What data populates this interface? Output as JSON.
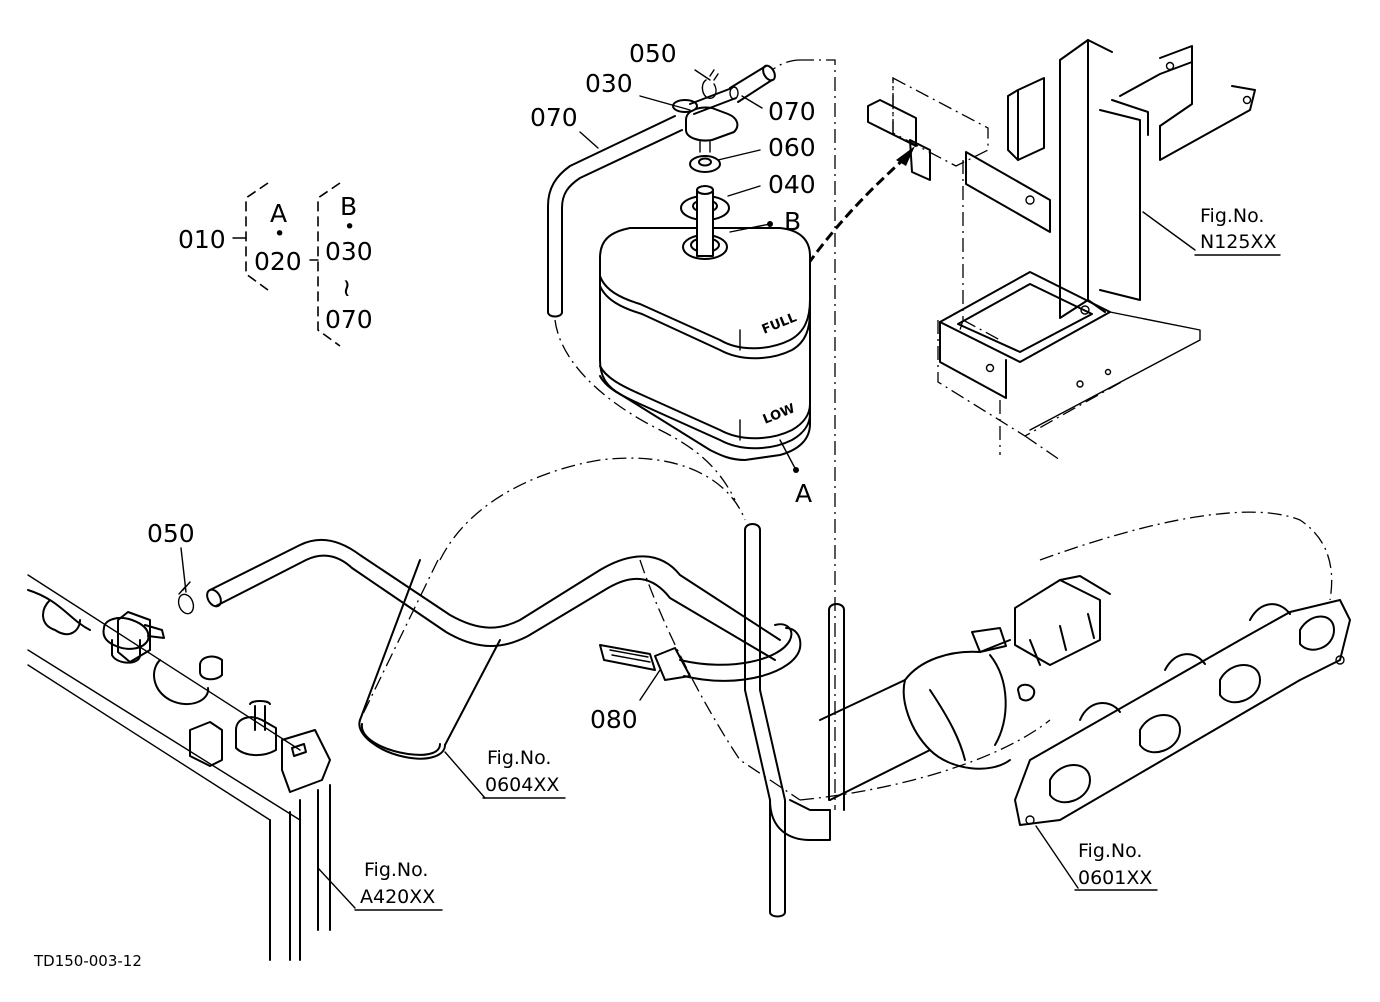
{
  "part_numbers": {
    "p010": "010",
    "p020": "020",
    "p030_top": "030",
    "p030_legend": "030",
    "p040": "040",
    "p050_top": "050",
    "p050_left": "050",
    "p060": "060",
    "p070_left": "070",
    "p070_right": "070",
    "p070_legend": "070",
    "p080": "080"
  },
  "legend": {
    "group_a": "A",
    "group_b": "B",
    "separator": "•",
    "range_symbol": "≀"
  },
  "callouts": {
    "point_a": "A",
    "point_b": "B"
  },
  "tank": {
    "full_mark": "FULL",
    "low_mark": "LOW"
  },
  "figure_refs": {
    "n125": {
      "title": "Fig.No.",
      "code": "N125XX"
    },
    "f0604": {
      "title": "Fig.No.",
      "code": "0604XX"
    },
    "a420": {
      "title": "Fig.No.",
      "code": "A420XX"
    },
    "f0601": {
      "title": "Fig.No.",
      "code": "0601XX"
    }
  },
  "drawing_id": "TD150-003-12"
}
